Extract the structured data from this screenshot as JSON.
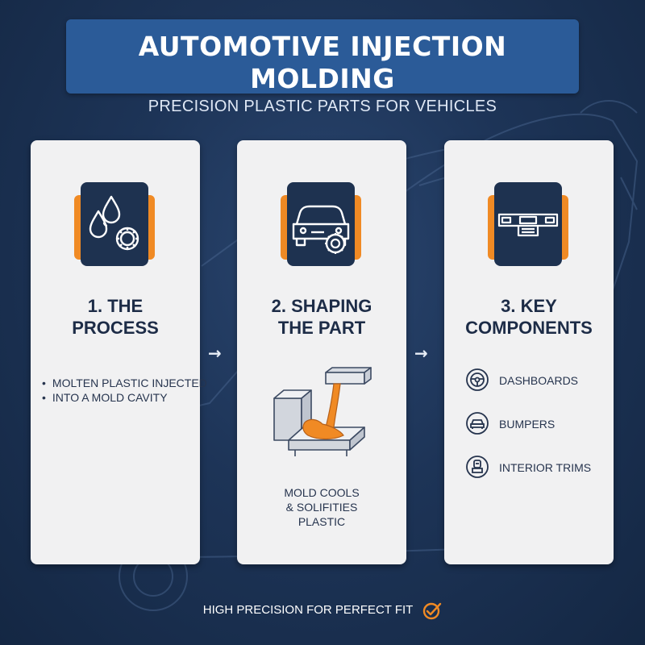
{
  "title": {
    "main": "AUTOMOTIVE INJECTION MOLDING",
    "sub": "PRECISION PLASTIC PARTS FOR VEHICLES"
  },
  "steps": [
    {
      "title_line1": "1. THE",
      "title_line2": "PROCESS",
      "icon": "droplets-gear-icon",
      "bullets": [
        "MOLTEN PLASTIC INJECTED",
        "INTO A MOLD CAVITY"
      ]
    },
    {
      "title_line1": "2. SHAPING",
      "title_line2": "THE PART",
      "icon": "car-gear-icon",
      "caption_lines": [
        "MOLD COOLS",
        "& SOLIFITIES",
        "PLASTIC"
      ]
    },
    {
      "title_line1": "3. KEY",
      "title_line2": "COMPONENTS",
      "icon": "dashboard-icon",
      "components": [
        {
          "label": "DASHBOARDS",
          "icon": "steering-wheel-icon"
        },
        {
          "label": "BUMPERS",
          "icon": "car-front-icon"
        },
        {
          "label": "INTERIOR TRIMS",
          "icon": "seat-icon"
        }
      ]
    }
  ],
  "arrows": [
    "→",
    "→"
  ],
  "footer": {
    "text": "HIGH PRECISION FOR PERFECT FIT",
    "icon": "checkmark-icon"
  },
  "colors": {
    "background": "#1d3457",
    "banner": "#2b5b98",
    "card": "#f1f1f2",
    "icon_box": "#1e3250",
    "accent": "#f08a24",
    "text_dark": "#1d2c47"
  }
}
